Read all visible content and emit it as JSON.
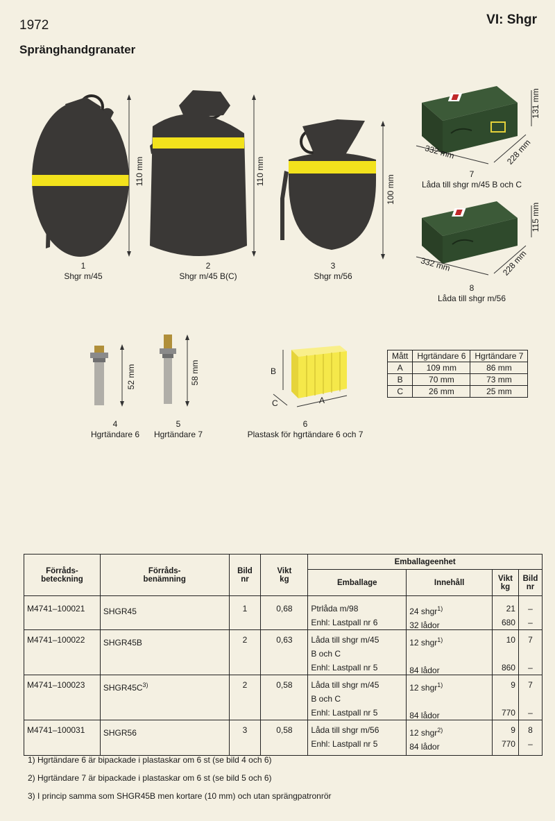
{
  "header": {
    "year": "1972",
    "section": "VI: Shgr",
    "title": "Spränghandgranater"
  },
  "figures": {
    "f1": {
      "num": "1",
      "name": "Shgr m/45",
      "dim": "110 mm"
    },
    "f2": {
      "num": "2",
      "name": "Shgr m/45 B(C)",
      "dim": "110 mm"
    },
    "f3": {
      "num": "3",
      "name": "Shgr m/56",
      "dim": "100 mm"
    },
    "f4": {
      "num": "4",
      "name": "Hgrtändare 6",
      "dim": "52 mm"
    },
    "f5": {
      "num": "5",
      "name": "Hgrtändare 7",
      "dim": "58 mm"
    },
    "f6": {
      "num": "6",
      "name": "Plastask för hgrtändare 6 och 7",
      "label_a": "A",
      "label_b": "B",
      "label_c": "C"
    },
    "f7": {
      "num": "7",
      "name": "Låda till shgr m/45 B och C",
      "dim_l": "332 mm",
      "dim_w": "228 mm",
      "dim_h": "131 mm"
    },
    "f8": {
      "num": "8",
      "name": "Låda till shgr m/56",
      "dim_l": "332 mm",
      "dim_w": "228 mm",
      "dim_h": "115 mm"
    }
  },
  "matt_table": {
    "headers": [
      "Mått",
      "Hgrtändare 6",
      "Hgrtändare 7"
    ],
    "rows": [
      [
        "A",
        "109 mm",
        "86 mm"
      ],
      [
        "B",
        "70 mm",
        "73 mm"
      ],
      [
        "C",
        "26 mm",
        "25 mm"
      ]
    ]
  },
  "main_table": {
    "h_beteckning": "Förråds-\nbeteckning",
    "h_benamning": "Förråds-\nbenämning",
    "h_bild": "Bild\nnr",
    "h_vikt": "Vikt\nkg",
    "h_group": "Emballageenhet",
    "h_emballage": "Emballage",
    "h_innehall": "Innehåll",
    "h_vikt2": "Vikt\nkg",
    "h_bild2": "Bild\nnr",
    "rows": [
      {
        "bet": "M4741–100021",
        "ben": "SHGR45",
        "ben_sup": "",
        "bild": "1",
        "vikt": "0,68",
        "lines": [
          {
            "emb": "Ptrlåda m/98",
            "inn": "24 shgr",
            "sup": "1)",
            "vikt": "21",
            "bild": "–"
          },
          {
            "emb": "Enhl: Lastpall nr 6",
            "inn": "32 lådor",
            "sup": "",
            "vikt": "680",
            "bild": "–"
          }
        ]
      },
      {
        "bet": "M4741–100022",
        "ben": "SHGR45B",
        "ben_sup": "",
        "bild": "2",
        "vikt": "0,63",
        "lines": [
          {
            "emb": "Låda till shgr m/45",
            "inn": "12 shgr",
            "sup": "1)",
            "vikt": "10",
            "bild": "7"
          },
          {
            "emb": "B och C",
            "inn": "",
            "sup": "",
            "vikt": "",
            "bild": ""
          },
          {
            "emb": "Enhl: Lastpall nr 5",
            "inn": "84 lådor",
            "sup": "",
            "vikt": "860",
            "bild": "–"
          }
        ]
      },
      {
        "bet": "M4741–100023",
        "ben": "SHGR45C",
        "ben_sup": "3)",
        "bild": "2",
        "vikt": "0,58",
        "lines": [
          {
            "emb": "Låda till shgr m/45",
            "inn": "12 shgr",
            "sup": "1)",
            "vikt": "9",
            "bild": "7"
          },
          {
            "emb": "B och C",
            "inn": "",
            "sup": "",
            "vikt": "",
            "bild": ""
          },
          {
            "emb": "Enhl: Lastpall nr 5",
            "inn": "84 lådor",
            "sup": "",
            "vikt": "770",
            "bild": "–"
          }
        ]
      },
      {
        "bet": "M4741–100031",
        "ben": "SHGR56",
        "ben_sup": "",
        "bild": "3",
        "vikt": "0,58",
        "lines": [
          {
            "emb": "Låda till shgr m/56",
            "inn": "12 shgr",
            "sup": "2)",
            "vikt": "9",
            "bild": "8"
          },
          {
            "emb": "Enhl: Lastpall nr 5",
            "inn": "84 lådor",
            "sup": "",
            "vikt": "770",
            "bild": "–"
          }
        ]
      }
    ]
  },
  "footnotes": [
    "1) Hgrtändare 6 är bipackade i plastaskar om 6 st (se bild 4 och 6)",
    "2) Hgrtändare 7 är bipackade i plastaskar om 6 st (se bild 5 och 6)",
    "3) I princip samma som SHGR45B men kortare (10 mm) och utan sprängpatronrör"
  ],
  "colors": {
    "grenade": "#3a3836",
    "band": "#f2e21c",
    "box": "#2f4a2c",
    "tray": "#f5e84a"
  }
}
